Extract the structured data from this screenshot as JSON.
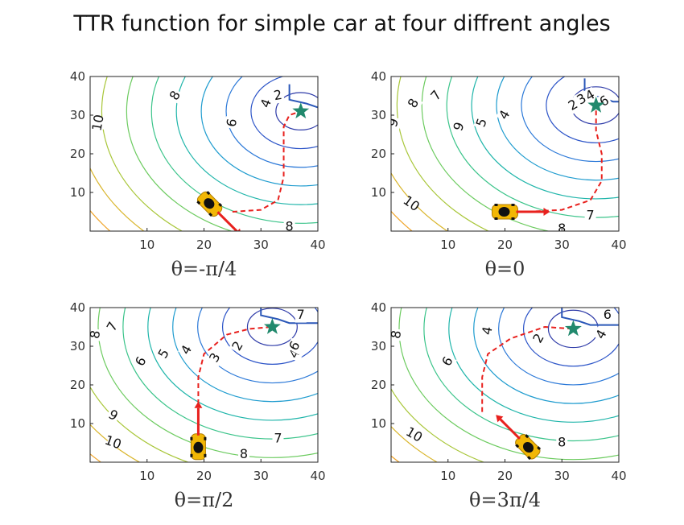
{
  "figure": {
    "title": "TTR function for simple car at four diffrent angles"
  },
  "colors": {
    "path": "#e8211e",
    "arrow": "#e8211e",
    "goal": "#21896d",
    "car_body": "#f2b705",
    "wall": "#2a57b8"
  },
  "chart_data": [
    {
      "type": "contour",
      "subtitle": "θ=-π/4",
      "xlim": [
        0,
        40
      ],
      "ylim": [
        0,
        40
      ],
      "xticks": [
        "10",
        "20",
        "30",
        "40"
      ],
      "yticks": [
        "10",
        "20",
        "30",
        "40"
      ],
      "goal": [
        37,
        31
      ],
      "car": {
        "x": 21,
        "y": 7,
        "heading_deg": -45
      },
      "contour_labels": [
        {
          "text": "10",
          "x": 1.5,
          "y": 28,
          "rot": -80
        },
        {
          "text": "8",
          "x": 15,
          "y": 35,
          "rot": -60
        },
        {
          "text": "6",
          "x": 25,
          "y": 28,
          "rot": -80
        },
        {
          "text": "4",
          "x": 31,
          "y": 33,
          "rot": -70
        },
        {
          "text": "2",
          "x": 33,
          "y": 35,
          "rot": -10
        },
        {
          "text": "8",
          "x": 35,
          "y": 1,
          "rot": 0
        }
      ],
      "path": [
        [
          25,
          5
        ],
        [
          30,
          5.5
        ],
        [
          33,
          8
        ],
        [
          34,
          14
        ],
        [
          34,
          22
        ],
        [
          34,
          27
        ],
        [
          35,
          30
        ],
        [
          37,
          31
        ]
      ]
    },
    {
      "type": "contour",
      "subtitle": "θ=0",
      "xlim": [
        0,
        40
      ],
      "ylim": [
        0,
        40
      ],
      "xticks": [
        "10",
        "20",
        "30",
        "40"
      ],
      "yticks": [
        "10",
        "20",
        "30",
        "40"
      ],
      "goal": [
        36,
        32.5
      ],
      "car": {
        "x": 20,
        "y": 5,
        "heading_deg": 0
      },
      "contour_labels": [
        {
          "text": "9",
          "x": 0.5,
          "y": 28,
          "rot": -70
        },
        {
          "text": "8",
          "x": 4,
          "y": 33,
          "rot": -60
        },
        {
          "text": "7",
          "x": 8,
          "y": 35,
          "rot": -50
        },
        {
          "text": "9",
          "x": 12,
          "y": 27,
          "rot": -70
        },
        {
          "text": "5",
          "x": 16,
          "y": 28,
          "rot": -70
        },
        {
          "text": "4",
          "x": 20,
          "y": 30,
          "rot": -60
        },
        {
          "text": "10",
          "x": 3.5,
          "y": 7,
          "rot": 35
        },
        {
          "text": "7",
          "x": 35,
          "y": 4,
          "rot": 0
        },
        {
          "text": "8",
          "x": 30,
          "y": 0.5,
          "rot": 0
        },
        {
          "text": "2",
          "x": 32,
          "y": 32.5,
          "rot": -30
        },
        {
          "text": "3",
          "x": 33.5,
          "y": 34,
          "rot": -30
        },
        {
          "text": "4",
          "x": 35,
          "y": 35,
          "rot": -30
        },
        {
          "text": "6",
          "x": 37.5,
          "y": 33.5,
          "rot": -30
        }
      ],
      "path": [
        [
          24,
          5
        ],
        [
          30,
          5.5
        ],
        [
          35,
          8
        ],
        [
          37,
          13
        ],
        [
          37,
          20
        ],
        [
          36,
          26
        ],
        [
          36,
          32.5
        ]
      ]
    },
    {
      "type": "contour",
      "subtitle": "θ=π/2",
      "xlim": [
        0,
        40
      ],
      "ylim": [
        0,
        40
      ],
      "xticks": [
        "10",
        "20",
        "30",
        "40"
      ],
      "yticks": [
        "10",
        "20",
        "30",
        "40"
      ],
      "goal": [
        32,
        35
      ],
      "car": {
        "x": 19,
        "y": 4,
        "heading_deg": 90
      },
      "contour_labels": [
        {
          "text": "8",
          "x": 1,
          "y": 33,
          "rot": -80
        },
        {
          "text": "7",
          "x": 4,
          "y": 35,
          "rot": -60
        },
        {
          "text": "6",
          "x": 9,
          "y": 26,
          "rot": -60
        },
        {
          "text": "5",
          "x": 13,
          "y": 28,
          "rot": -60
        },
        {
          "text": "4",
          "x": 17,
          "y": 29,
          "rot": -60
        },
        {
          "text": "3",
          "x": 22,
          "y": 27,
          "rot": -60
        },
        {
          "text": "2",
          "x": 26,
          "y": 30,
          "rot": -60
        },
        {
          "text": "9",
          "x": 4,
          "y": 12,
          "rot": 30
        },
        {
          "text": "10",
          "x": 4,
          "y": 5,
          "rot": 20
        },
        {
          "text": "8",
          "x": 27,
          "y": 2,
          "rot": 0
        },
        {
          "text": "7",
          "x": 33,
          "y": 6,
          "rot": 0
        },
        {
          "text": "7",
          "x": 37,
          "y": 38,
          "rot": 0
        },
        {
          "text": "4",
          "x": 36,
          "y": 28,
          "rot": -60
        },
        {
          "text": "6",
          "x": 36,
          "y": 30,
          "rot": -60
        }
      ],
      "path": [
        [
          19,
          15
        ],
        [
          19,
          22
        ],
        [
          20,
          28
        ],
        [
          24,
          33
        ],
        [
          28,
          34.5
        ],
        [
          32,
          35
        ]
      ]
    },
    {
      "type": "contour",
      "subtitle": "θ=3π/4",
      "xlim": [
        0,
        40
      ],
      "ylim": [
        0,
        40
      ],
      "xticks": [
        "10",
        "20",
        "30",
        "40"
      ],
      "yticks": [
        "10",
        "20",
        "30",
        "40"
      ],
      "goal": [
        32,
        34.5
      ],
      "car": {
        "x": 24,
        "y": 4,
        "heading_deg": 135
      },
      "contour_labels": [
        {
          "text": "8",
          "x": 1,
          "y": 33,
          "rot": -80
        },
        {
          "text": "4",
          "x": 17,
          "y": 34,
          "rot": -80
        },
        {
          "text": "6",
          "x": 10,
          "y": 26,
          "rot": -60
        },
        {
          "text": "2",
          "x": 26,
          "y": 32,
          "rot": -60
        },
        {
          "text": "10",
          "x": 4,
          "y": 7,
          "rot": 30
        },
        {
          "text": "8",
          "x": 30,
          "y": 5,
          "rot": 0
        },
        {
          "text": "6",
          "x": 38,
          "y": 38,
          "rot": 0
        },
        {
          "text": "4",
          "x": 37,
          "y": 33,
          "rot": -60
        }
      ],
      "path": [
        [
          16,
          13
        ],
        [
          16,
          18
        ],
        [
          16,
          22
        ],
        [
          17,
          28
        ],
        [
          21,
          32
        ],
        [
          27,
          35
        ],
        [
          32,
          34.5
        ]
      ]
    }
  ]
}
